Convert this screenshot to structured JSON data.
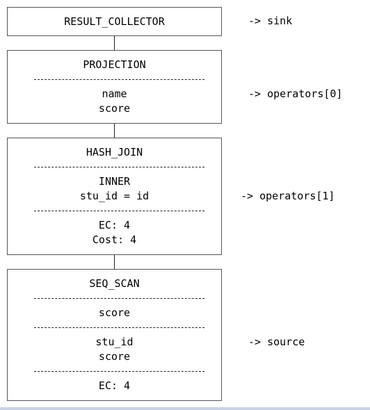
{
  "nodes": {
    "result_collector": {
      "title": "RESULT_COLLECTOR",
      "annotation": "-> sink"
    },
    "projection": {
      "title": "PROJECTION",
      "fields": [
        "name",
        "score"
      ],
      "annotation": "-> operators[0]"
    },
    "hash_join": {
      "title": "HASH_JOIN",
      "join_type": "INNER",
      "condition": "stu_id = id",
      "stats": [
        "EC: 4",
        "Cost: 4"
      ],
      "annotation": "-> operators[1]"
    },
    "seq_scan": {
      "title": "SEQ_SCAN",
      "section1": [
        "score"
      ],
      "section2": [
        "stu_id",
        "score"
      ],
      "stats": [
        "EC: 4"
      ],
      "annotation": "-> source"
    }
  }
}
